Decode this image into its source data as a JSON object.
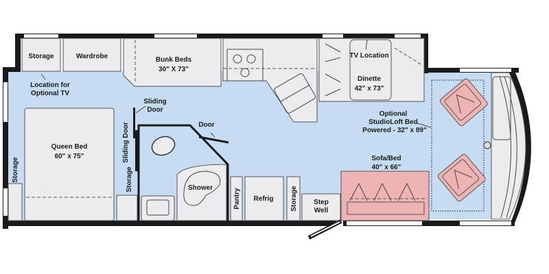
{
  "floorplan": {
    "colors": {
      "floor": "#c6dcf2",
      "furniture": "#ececee",
      "seating": "#eeb4b4",
      "wall": "#1a1a1a"
    },
    "labels": {
      "storage_rear": "Storage",
      "wardrobe": "Wardrobe",
      "bunk_title": "Bunk Beds",
      "bunk_size": "30\" X 73\"",
      "tv_opt_1": "Location for",
      "tv_opt_2": "Optional TV",
      "queen_title": "Queen Bed",
      "queen_size": "60\" x 75\"",
      "storage_left": "Storage",
      "sliding_door_1": "Sliding",
      "sliding_door_2": "Door",
      "sliding_door_v": "Sliding Door",
      "storage_mid": "Storage",
      "door": "Door",
      "shower": "Shower",
      "pantry": "Pantry",
      "refrig": "Refrig",
      "storage_front": "Storage",
      "step_1": "Step",
      "step_2": "Well",
      "tv_location": "TV Location",
      "dinette_title": "Dinette",
      "dinette_size": "42\" x 73\"",
      "loft_1": "Optional",
      "loft_2": "StudioLoft Bed",
      "loft_3": "Powered - 32\" x 89\"",
      "sofa_title": "Sofa/Bed",
      "sofa_size": "40\" x 66\""
    }
  }
}
